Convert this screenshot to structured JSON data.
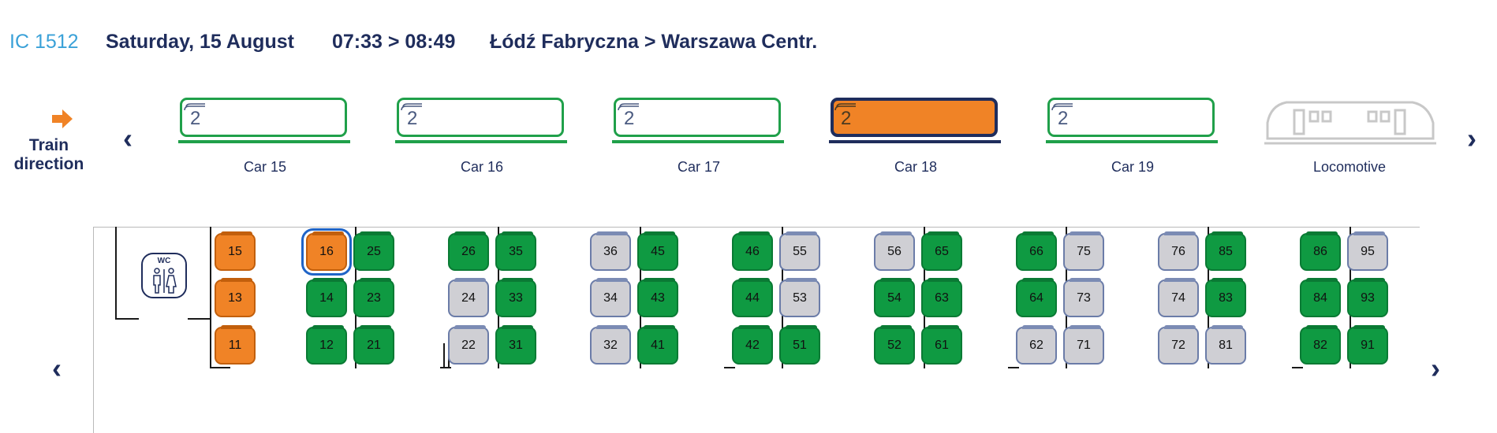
{
  "header": {
    "train_number": "IC 1512",
    "date": "Saturday, 15 August",
    "time": "07:33 > 08:49",
    "route": "Łódź Fabryczna > Warszawa Centr."
  },
  "direction": {
    "line1": "Train",
    "line2": "direction",
    "icon": "arrow-right-icon"
  },
  "carousel": {
    "prev": "‹",
    "next": "›",
    "cars": [
      {
        "label": "Car 15",
        "class_mark": "2",
        "selected": false
      },
      {
        "label": "Car 16",
        "class_mark": "2",
        "selected": false
      },
      {
        "label": "Car 17",
        "class_mark": "2",
        "selected": false
      },
      {
        "label": "Car 18",
        "class_mark": "2",
        "selected": true
      },
      {
        "label": "Car 19",
        "class_mark": "2",
        "selected": false
      },
      {
        "label": "Locomotive",
        "icon": "locomotive-icon"
      }
    ]
  },
  "seatmap": {
    "prev": "‹",
    "next": "›",
    "wc_label": "WC",
    "colors": {
      "free": "#0f9a42",
      "taken": "#cfcfd4",
      "reserved": "#f08326",
      "highlight": "#1f64c7"
    },
    "seats": [
      {
        "n": "15",
        "s": "orange"
      },
      {
        "n": "13",
        "s": "orange"
      },
      {
        "n": "11",
        "s": "orange"
      },
      {
        "n": "16",
        "s": "orange",
        "highlight": true
      },
      {
        "n": "14",
        "s": "green"
      },
      {
        "n": "12",
        "s": "green"
      },
      {
        "n": "25",
        "s": "green"
      },
      {
        "n": "23",
        "s": "green"
      },
      {
        "n": "21",
        "s": "green"
      },
      {
        "n": "26",
        "s": "green"
      },
      {
        "n": "24",
        "s": "grey"
      },
      {
        "n": "22",
        "s": "grey"
      },
      {
        "n": "35",
        "s": "green"
      },
      {
        "n": "33",
        "s": "green"
      },
      {
        "n": "31",
        "s": "green"
      },
      {
        "n": "36",
        "s": "grey"
      },
      {
        "n": "34",
        "s": "grey"
      },
      {
        "n": "32",
        "s": "grey"
      },
      {
        "n": "45",
        "s": "green"
      },
      {
        "n": "43",
        "s": "green"
      },
      {
        "n": "41",
        "s": "green"
      },
      {
        "n": "46",
        "s": "green"
      },
      {
        "n": "44",
        "s": "green"
      },
      {
        "n": "42",
        "s": "green"
      },
      {
        "n": "55",
        "s": "grey"
      },
      {
        "n": "53",
        "s": "grey"
      },
      {
        "n": "51",
        "s": "green"
      },
      {
        "n": "56",
        "s": "grey"
      },
      {
        "n": "54",
        "s": "green"
      },
      {
        "n": "52",
        "s": "green"
      },
      {
        "n": "65",
        "s": "green"
      },
      {
        "n": "63",
        "s": "green"
      },
      {
        "n": "61",
        "s": "green"
      },
      {
        "n": "66",
        "s": "green"
      },
      {
        "n": "64",
        "s": "green"
      },
      {
        "n": "62",
        "s": "grey"
      },
      {
        "n": "75",
        "s": "grey"
      },
      {
        "n": "73",
        "s": "grey"
      },
      {
        "n": "71",
        "s": "grey"
      },
      {
        "n": "76",
        "s": "grey"
      },
      {
        "n": "74",
        "s": "grey"
      },
      {
        "n": "72",
        "s": "grey"
      },
      {
        "n": "85",
        "s": "green"
      },
      {
        "n": "83",
        "s": "green"
      },
      {
        "n": "81",
        "s": "grey"
      },
      {
        "n": "86",
        "s": "green"
      },
      {
        "n": "84",
        "s": "green"
      },
      {
        "n": "82",
        "s": "green"
      },
      {
        "n": "95",
        "s": "grey"
      },
      {
        "n": "93",
        "s": "green"
      },
      {
        "n": "91",
        "s": "green"
      }
    ]
  }
}
